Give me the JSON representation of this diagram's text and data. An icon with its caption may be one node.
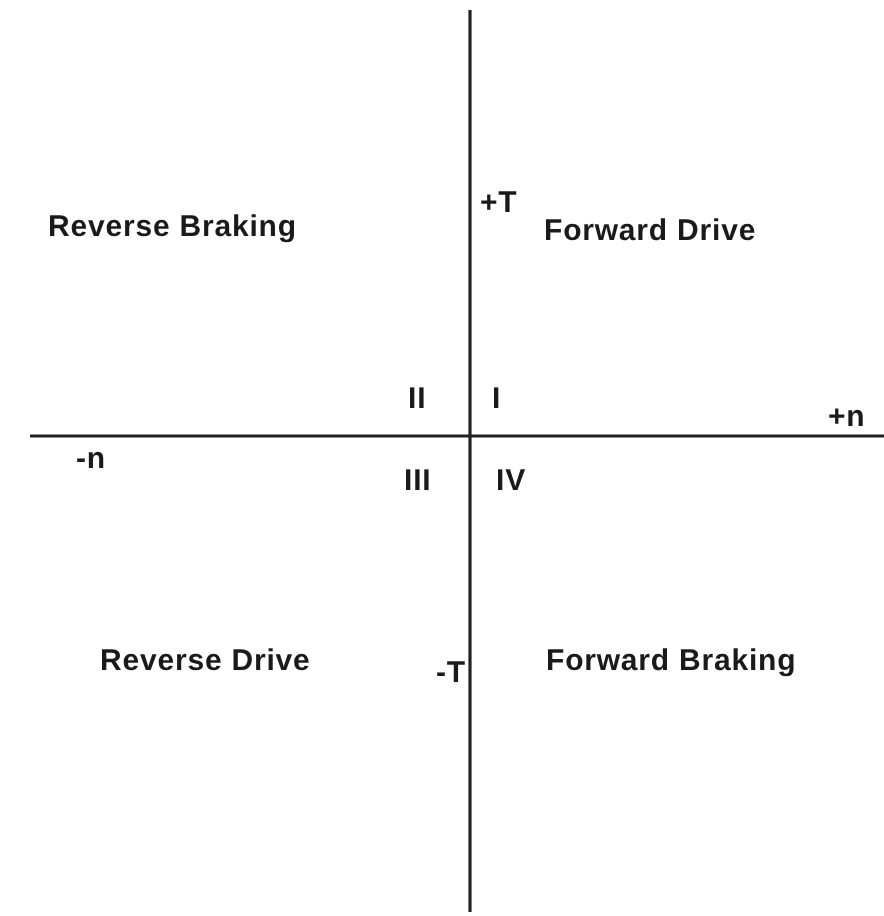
{
  "diagram": {
    "labels": [
      "Reverse Braking",
      "+T",
      "Forward Drive",
      "II",
      "I",
      "+n",
      "-n",
      "III",
      "IV",
      "Reverse Drive",
      "-T",
      "Forward Braking"
    ]
  }
}
